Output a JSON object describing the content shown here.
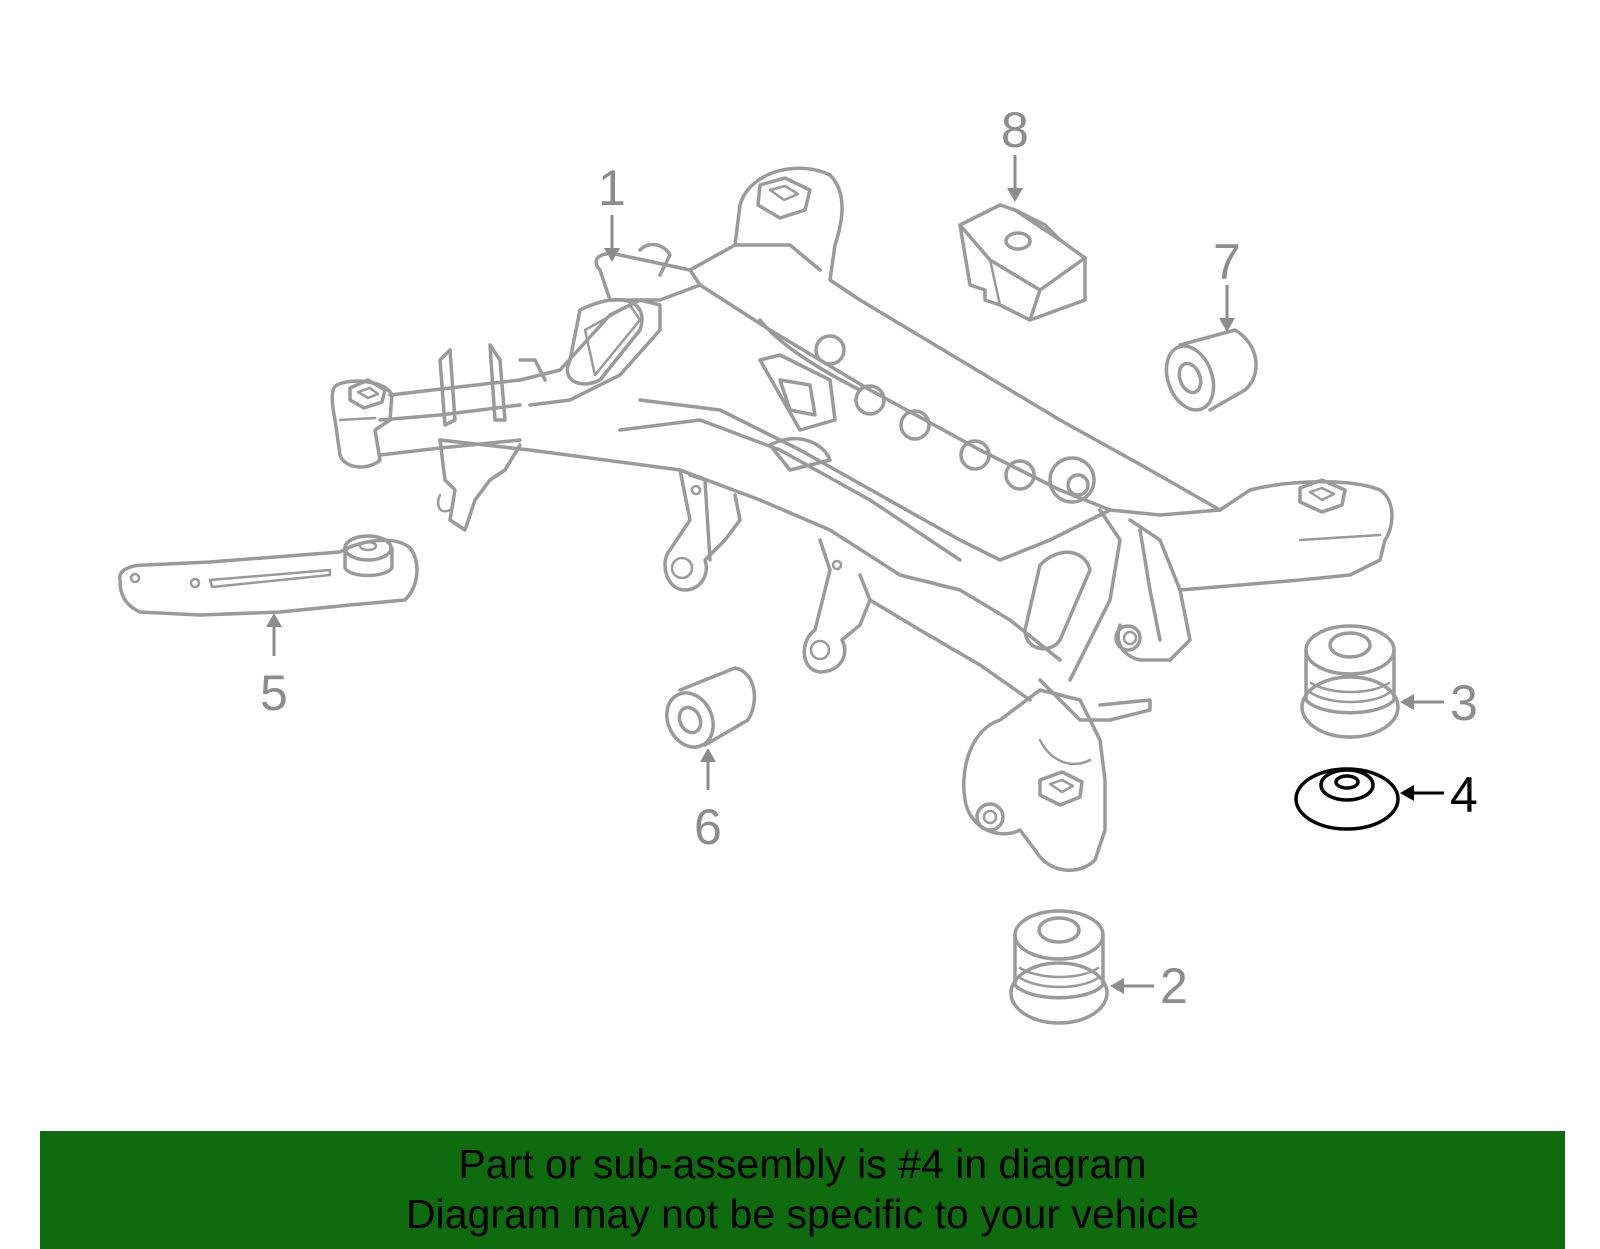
{
  "callouts": {
    "c1": "1",
    "c2": "2",
    "c3": "3",
    "c4": "4",
    "c5": "5",
    "c6": "6",
    "c7": "7",
    "c8": "8"
  },
  "banner": {
    "line1": "Part or sub-assembly is #4 in diagram",
    "line2": "Diagram may not be specific to your vehicle"
  },
  "colors": {
    "banner_bg": "#0e6b0e",
    "line_gray": "#9a9a9a",
    "highlight": "#000000"
  }
}
